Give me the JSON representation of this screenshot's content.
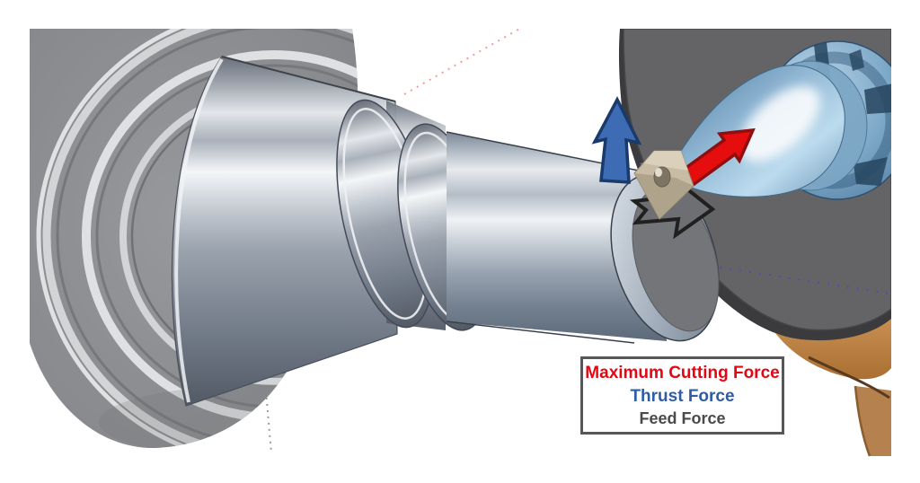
{
  "legend": {
    "border_color": "#57575a",
    "background": "#ffffff",
    "items": [
      {
        "label": "Maximum Cutting Force",
        "color": "#e30613"
      },
      {
        "label": "Thrust Force",
        "color": "#2f5ca8"
      },
      {
        "label": "Feed Force",
        "color": "#4a4a4c"
      }
    ]
  },
  "arrows": {
    "cutting": {
      "name": "maximum-cutting-force",
      "fill": "#e60d0e",
      "stroke": "#8f0f10"
    },
    "thrust": {
      "name": "thrust-force",
      "fill": "#3d6cb5",
      "stroke": "#1b3a6c"
    },
    "feed": {
      "name": "feed-force",
      "fill": "#6e6f73",
      "stroke": "#202020"
    }
  },
  "palette": {
    "background": "#ffffff",
    "chuck_gray": "#8d8e91",
    "turret_face": "#646467",
    "turret_rim": "#3b3b3e",
    "workpiece_face": "#747579",
    "tool_holder_blue": "#7ea7c6",
    "insert_tan": "#c8bda4",
    "stand_orange": "#c98e52",
    "stand_column": "#b5824f",
    "axis_green": "#3fbf57",
    "axis_red": "#f49a9a",
    "axis_blue": "#4747d1",
    "axis_gray": "#9b9b9b"
  }
}
